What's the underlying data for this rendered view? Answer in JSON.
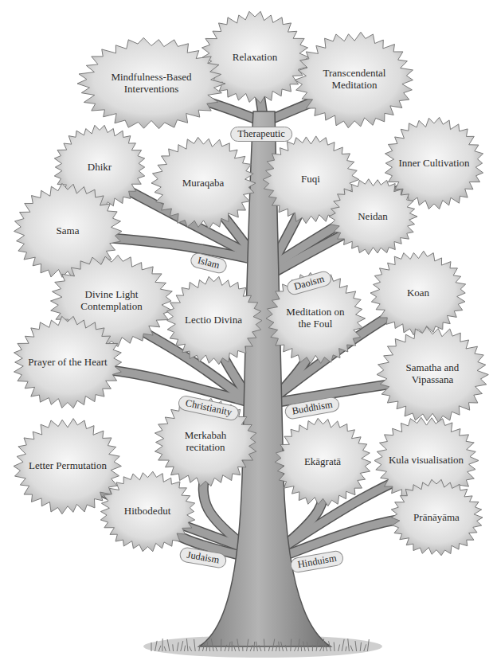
{
  "diagram": {
    "nodes": [
      {
        "text": [
          "Relaxation"
        ]
      },
      {
        "text": [
          "Mindfulness-Based Interventions"
        ]
      },
      {
        "text": [
          "Transcendental Meditation"
        ]
      },
      {
        "text": [
          "Dhikr"
        ]
      },
      {
        "text": [
          "Muraqaba"
        ]
      },
      {
        "text": [
          "Fuqi"
        ]
      },
      {
        "text": [
          "Inner Cultivation"
        ]
      },
      {
        "text": [
          "Sama"
        ]
      },
      {
        "text": [
          "Neidan"
        ]
      },
      {
        "text": [
          "Divine Light Contemplation"
        ]
      },
      {
        "text": [
          "Lectio Divina"
        ]
      },
      {
        "text": [
          "Meditation on the Foul"
        ]
      },
      {
        "text": [
          "Koan"
        ]
      },
      {
        "text": [
          "Prayer of the Heart"
        ]
      },
      {
        "text": [
          "Samatha and Vipassana"
        ]
      },
      {
        "text": [
          "Letter Permutation"
        ]
      },
      {
        "text": [
          "Merkabah recitation"
        ]
      },
      {
        "text": [
          "Ekāgratā"
        ]
      },
      {
        "text": [
          "Kula visualisation"
        ]
      },
      {
        "text": [
          "Hitbodedut"
        ]
      },
      {
        "text": [
          "Prānāyāma"
        ]
      }
    ],
    "labels": [
      "Therapeutic",
      "Islam",
      "Daoism",
      "Christianity",
      "Buddhism",
      "Judaism",
      "Hinduism"
    ]
  }
}
